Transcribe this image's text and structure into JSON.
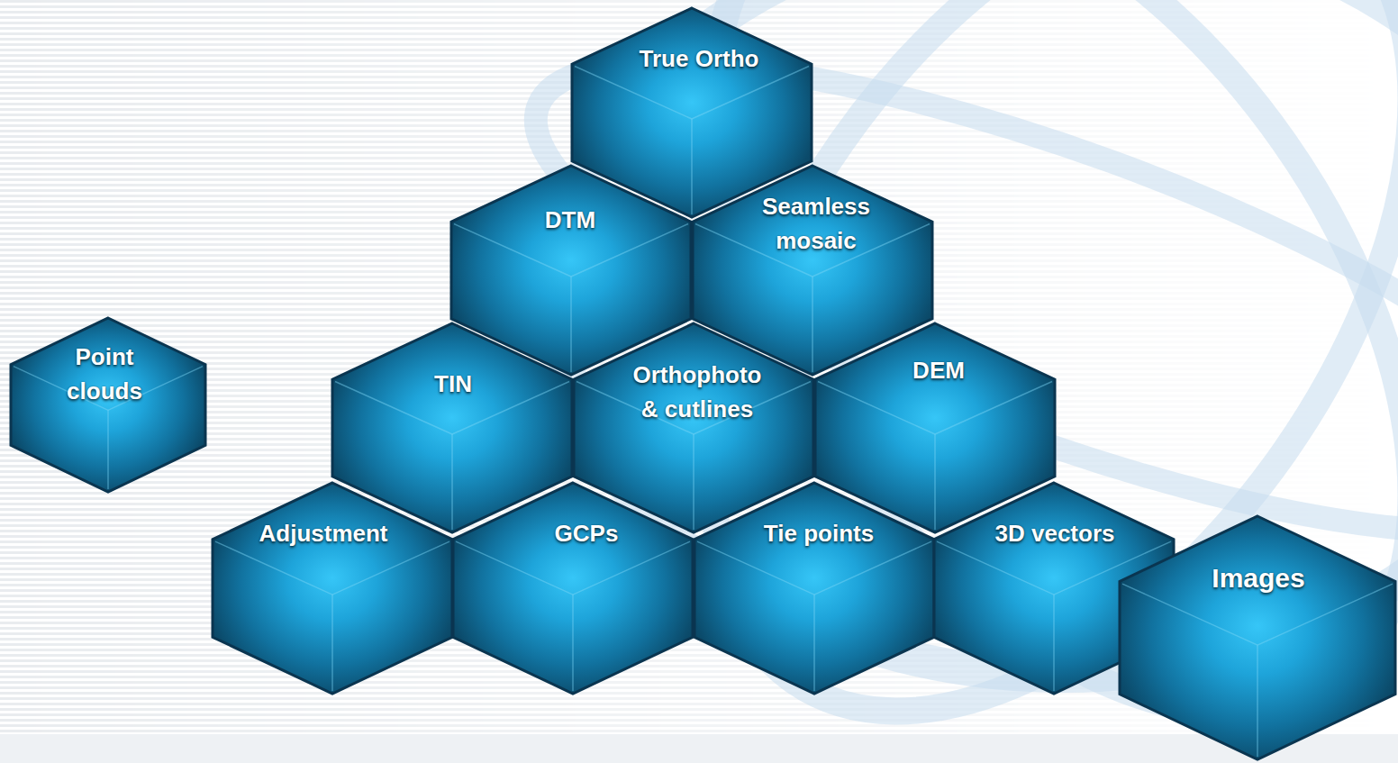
{
  "diagram": {
    "nodes": [
      {
        "text": [
          "True Ortho"
        ]
      },
      {
        "text": [
          "DTM"
        ]
      },
      {
        "text": [
          "Seamless mosaic"
        ]
      },
      {
        "text": [
          "Point clouds"
        ]
      },
      {
        "text": [
          "TIN"
        ]
      },
      {
        "text": [
          "Orthophoto & cutlines"
        ]
      },
      {
        "text": [
          "DEM"
        ]
      },
      {
        "text": [
          "Adjustment"
        ]
      },
      {
        "text": [
          "GCPs"
        ]
      },
      {
        "text": [
          "Tie points"
        ]
      },
      {
        "text": [
          "3D vectors"
        ]
      },
      {
        "text": [
          "Images"
        ]
      }
    ]
  }
}
